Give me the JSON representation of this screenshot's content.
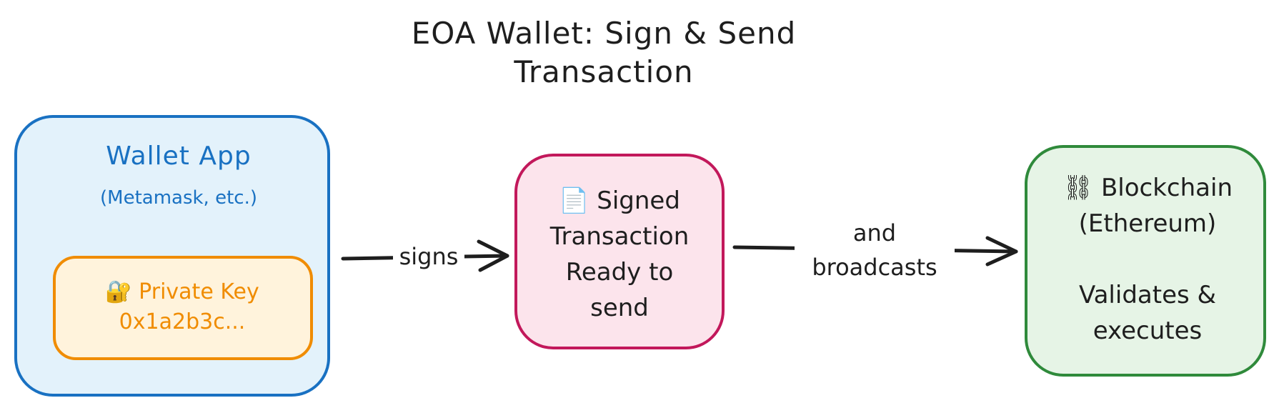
{
  "title": {
    "line1": "EOA Wallet: Sign & Send",
    "line2": "Transaction"
  },
  "wallet_app": {
    "title": "Wallet App",
    "subtitle": "(Metamask, etc.)",
    "stroke": "#1971c2",
    "fill": "#e3f2fb"
  },
  "private_key": {
    "icon": "lock-icon",
    "label": "🔐 Private Key",
    "value": "0x1a2b3c...",
    "stroke": "#f08c00",
    "fill": "#fff3dc"
  },
  "signed_tx": {
    "icon": "document-icon",
    "line1": "📄 Signed",
    "line2": "Transaction",
    "line3": "Ready to",
    "line4": "send",
    "stroke": "#c2185b",
    "fill": "#fce4ec"
  },
  "blockchain": {
    "icon": "chain-link-icon",
    "line1": "⛓ Blockchain",
    "line2": "(Ethereum)",
    "line3": "Validates &",
    "line4": "executes",
    "stroke": "#2f8a3b",
    "fill": "#e6f4e6"
  },
  "arrows": {
    "signs": "signs",
    "broadcasts_line1": "and",
    "broadcasts_line2": "broadcasts"
  }
}
